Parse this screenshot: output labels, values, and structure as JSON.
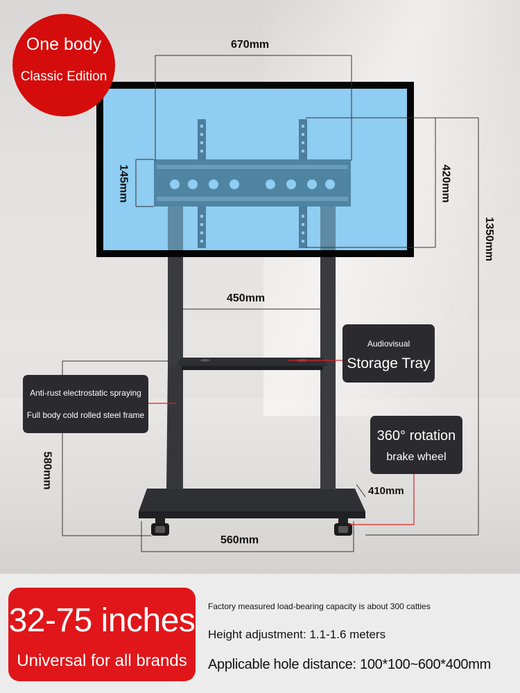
{
  "badge_top": {
    "line1": "One body",
    "line2": "Classic Edition"
  },
  "dimensions": {
    "width_top": "670mm",
    "bracket_height": "145mm",
    "screen_height": "420mm",
    "total_height": "1350mm",
    "column_spacing": "450mm",
    "tray_height": "580mm",
    "base_depth": "410mm",
    "base_width": "560mm"
  },
  "callouts": {
    "tray": {
      "line1": "Audiovisual",
      "line2": "Storage Tray"
    },
    "frame": {
      "line1": "Anti-rust electrostatic spraying",
      "line2": "Full body cold rolled steel frame"
    },
    "wheel": {
      "line1": "360° rotation",
      "line2": "brake wheel"
    }
  },
  "size_badge": {
    "line1": "32-75 inches",
    "line2": "Universal for all brands"
  },
  "specs": {
    "load": "Factory measured load-bearing capacity is about 300 catties",
    "height": "Height adjustment: 1.1-1.6 meters",
    "holes": "Applicable hole distance: 100*100~600*400mm"
  },
  "colors": {
    "red": "#e0161a",
    "screen_blue": "#8fcdf2",
    "stand": "#3a3b3f",
    "callout_bg": "#2b2a2e"
  }
}
